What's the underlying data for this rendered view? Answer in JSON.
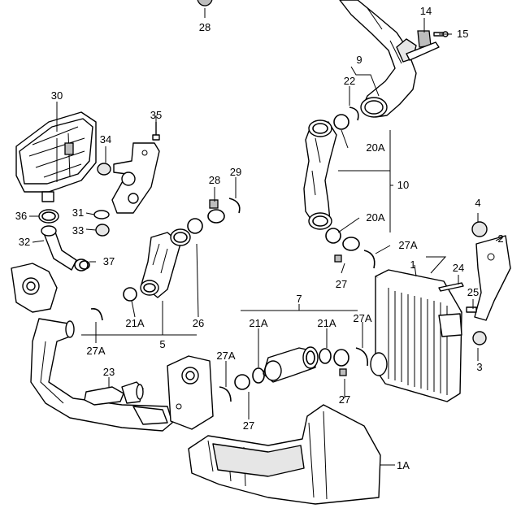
{
  "callouts": {
    "p1": "1",
    "p1A": "1A",
    "p2": "2",
    "p3": "3",
    "p4": "4",
    "p5": "5",
    "p7": "7",
    "p9": "9",
    "p10": "10",
    "p14": "14",
    "p15": "15",
    "p20A_top": "20A",
    "p20A_bottom": "20A",
    "p21A_left": "21A",
    "p21A_mid1": "21A",
    "p21A_mid2": "21A",
    "p22": "22",
    "p23": "23",
    "p24": "24",
    "p25": "25",
    "p26": "26",
    "p27_upper": "27",
    "p27_mid": "27",
    "p27_low": "27",
    "p27A_right": "27A",
    "p27A_left": "27A",
    "p27A_mid": "27A",
    "p27A_lower": "27A",
    "p28_top": "28",
    "p28_mid": "28",
    "p29": "29",
    "p30": "30",
    "p31": "31",
    "p32": "32",
    "p33": "33",
    "p34": "34",
    "p35": "35",
    "p36": "36",
    "p37": "37"
  }
}
